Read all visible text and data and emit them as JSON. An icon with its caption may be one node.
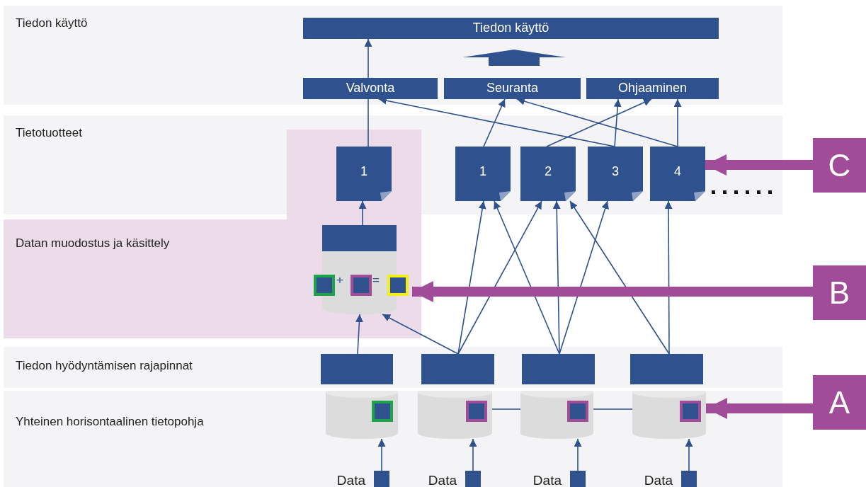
{
  "diagram": {
    "nodes": [
      {
        "text": [
          "Tiedon käyttö"
        ]
      },
      {
        "text": [
          "Tiedon käyttö"
        ],
        "in": 0
      },
      {
        "text": [
          "Valvonta"
        ],
        "in": 0
      },
      {
        "text": [
          "Seuranta"
        ],
        "in": 0
      },
      {
        "text": [
          "Ohjaaminen"
        ],
        "in": 0
      },
      {
        "text": [
          "Tietotuotteet"
        ]
      },
      {
        "text": [
          "1"
        ]
      },
      {
        "text": [
          "1"
        ],
        "in": 5
      },
      {
        "text": [
          "2"
        ],
        "in": 5
      },
      {
        "text": [
          "3"
        ],
        "in": 5
      },
      {
        "text": [
          "4"
        ],
        "in": 5
      },
      {
        "text": [
          "Datan muodostus ja käsittely"
        ]
      },
      {
        "text": [],
        "shape": "box",
        "in": 11
      },
      {
        "text": [
          "+",
          "="
        ],
        "in": 11
      },
      {
        "text": [
          "Tiedon hyödyntämisen rajapinnat"
        ]
      },
      {
        "text": [],
        "shape": "box",
        "in": 14
      },
      {
        "text": [],
        "shape": "box",
        "in": 14
      },
      {
        "text": [],
        "shape": "box",
        "in": 14
      },
      {
        "text": [],
        "shape": "box",
        "in": 14
      },
      {
        "text": [
          "Yhteinen horisontaalinen tietopohja"
        ]
      },
      {
        "text": [],
        "shape": "cylinder",
        "in": 19
      },
      {
        "text": [],
        "shape": "cylinder",
        "in": 19
      },
      {
        "text": [],
        "shape": "cylinder",
        "in": 19
      },
      {
        "text": [],
        "shape": "cylinder",
        "in": 19
      },
      {
        "text": [],
        "shape": "box",
        "beside": [
          "Data"
        ],
        "in": 19
      },
      {
        "text": [],
        "shape": "box",
        "beside": [
          "Data"
        ],
        "in": 19
      },
      {
        "text": [],
        "shape": "box",
        "beside": [
          "Data"
        ],
        "in": 19
      },
      {
        "text": [],
        "shape": "box",
        "beside": [
          "Data"
        ],
        "in": 19
      },
      {
        "text": [
          "C"
        ]
      },
      {
        "text": [
          "B"
        ]
      },
      {
        "text": [
          "A"
        ]
      }
    ],
    "edges": [
      {
        "from": 2,
        "to": 1,
        "arrow": "to"
      },
      {
        "from": 6,
        "to": 2,
        "arrow": "none"
      },
      {
        "from": 3,
        "to": 1,
        "arrow": "to",
        "style": "thick"
      },
      {
        "from": 7,
        "to": 3,
        "arrow": "to"
      },
      {
        "from": 9,
        "to": 2,
        "arrow": "to"
      },
      {
        "from": 9,
        "to": 4,
        "arrow": "to"
      },
      {
        "from": 8,
        "to": 4,
        "arrow": "to"
      },
      {
        "from": 10,
        "to": 3,
        "arrow": "to"
      },
      {
        "from": 10,
        "to": 4,
        "arrow": "to"
      },
      {
        "from": 12,
        "to": 6,
        "arrow": "to"
      },
      {
        "from": 15,
        "to": 13,
        "arrow": "to"
      },
      {
        "from": 16,
        "to": 13,
        "arrow": "to"
      },
      {
        "from": 16,
        "to": 7,
        "arrow": "to"
      },
      {
        "from": 16,
        "to": 8,
        "arrow": "to"
      },
      {
        "from": 17,
        "to": 7,
        "arrow": "to"
      },
      {
        "from": 17,
        "to": 8,
        "arrow": "to"
      },
      {
        "from": 17,
        "to": 9,
        "arrow": "to"
      },
      {
        "from": 18,
        "to": 8,
        "arrow": "to"
      },
      {
        "from": 18,
        "to": 10,
        "arrow": "to"
      },
      {
        "from": 21,
        "to": 22,
        "arrow": "none"
      },
      {
        "from": 22,
        "to": 23,
        "arrow": "none"
      },
      {
        "from": 24,
        "to": 20,
        "arrow": "to"
      },
      {
        "from": 25,
        "to": 21,
        "arrow": "to"
      },
      {
        "from": 26,
        "to": 22,
        "arrow": "to"
      },
      {
        "from": 27,
        "to": 23,
        "arrow": "to"
      },
      {
        "from": 28,
        "to": 10,
        "arrow": "to",
        "style": "thick",
        "color": "#a04c98"
      },
      {
        "from": 29,
        "to": 13,
        "arrow": "to",
        "style": "thick",
        "color": "#a04c98"
      },
      {
        "from": 30,
        "to": 23,
        "arrow": "to",
        "style": "thick",
        "color": "#a04c98"
      }
    ]
  }
}
